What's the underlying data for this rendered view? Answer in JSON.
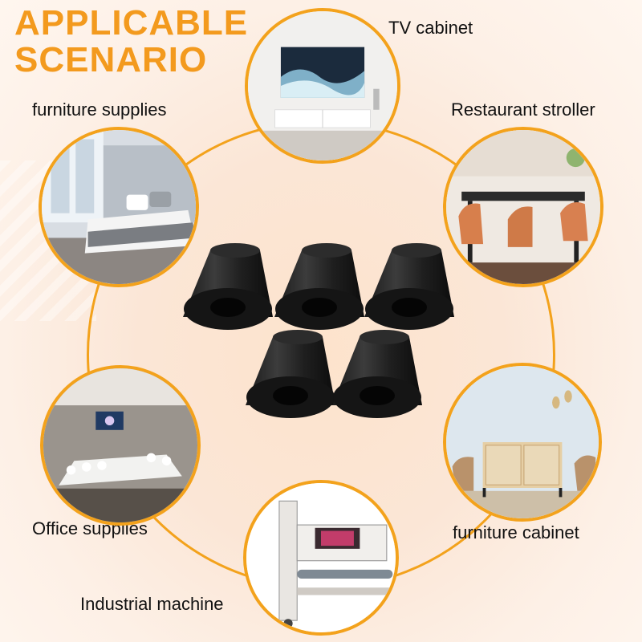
{
  "title": {
    "line1": "APPLICABLE",
    "line2": "SCENARIO"
  },
  "scenarios": {
    "tv_cabinet": "TV cabinet",
    "furniture_supplies": "furniture supplies",
    "restaurant_stroller": "Restaurant stroller",
    "office_supplies": "Office supplies",
    "furniture_cabinet": "furniture cabinet",
    "industrial_machine": "Industrial machine"
  },
  "colors": {
    "accent": "#f3a21c",
    "title": "#f39a1e"
  }
}
